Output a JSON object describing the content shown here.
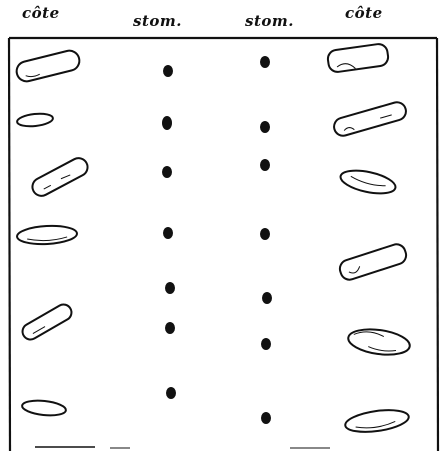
{
  "column_headers": {
    "left_cote": "côte",
    "stom_left": "stom.",
    "stom_right": "stom.",
    "right_cote": "côte"
  },
  "colors": {
    "ink": "#111111",
    "paper": "#ffffff"
  }
}
